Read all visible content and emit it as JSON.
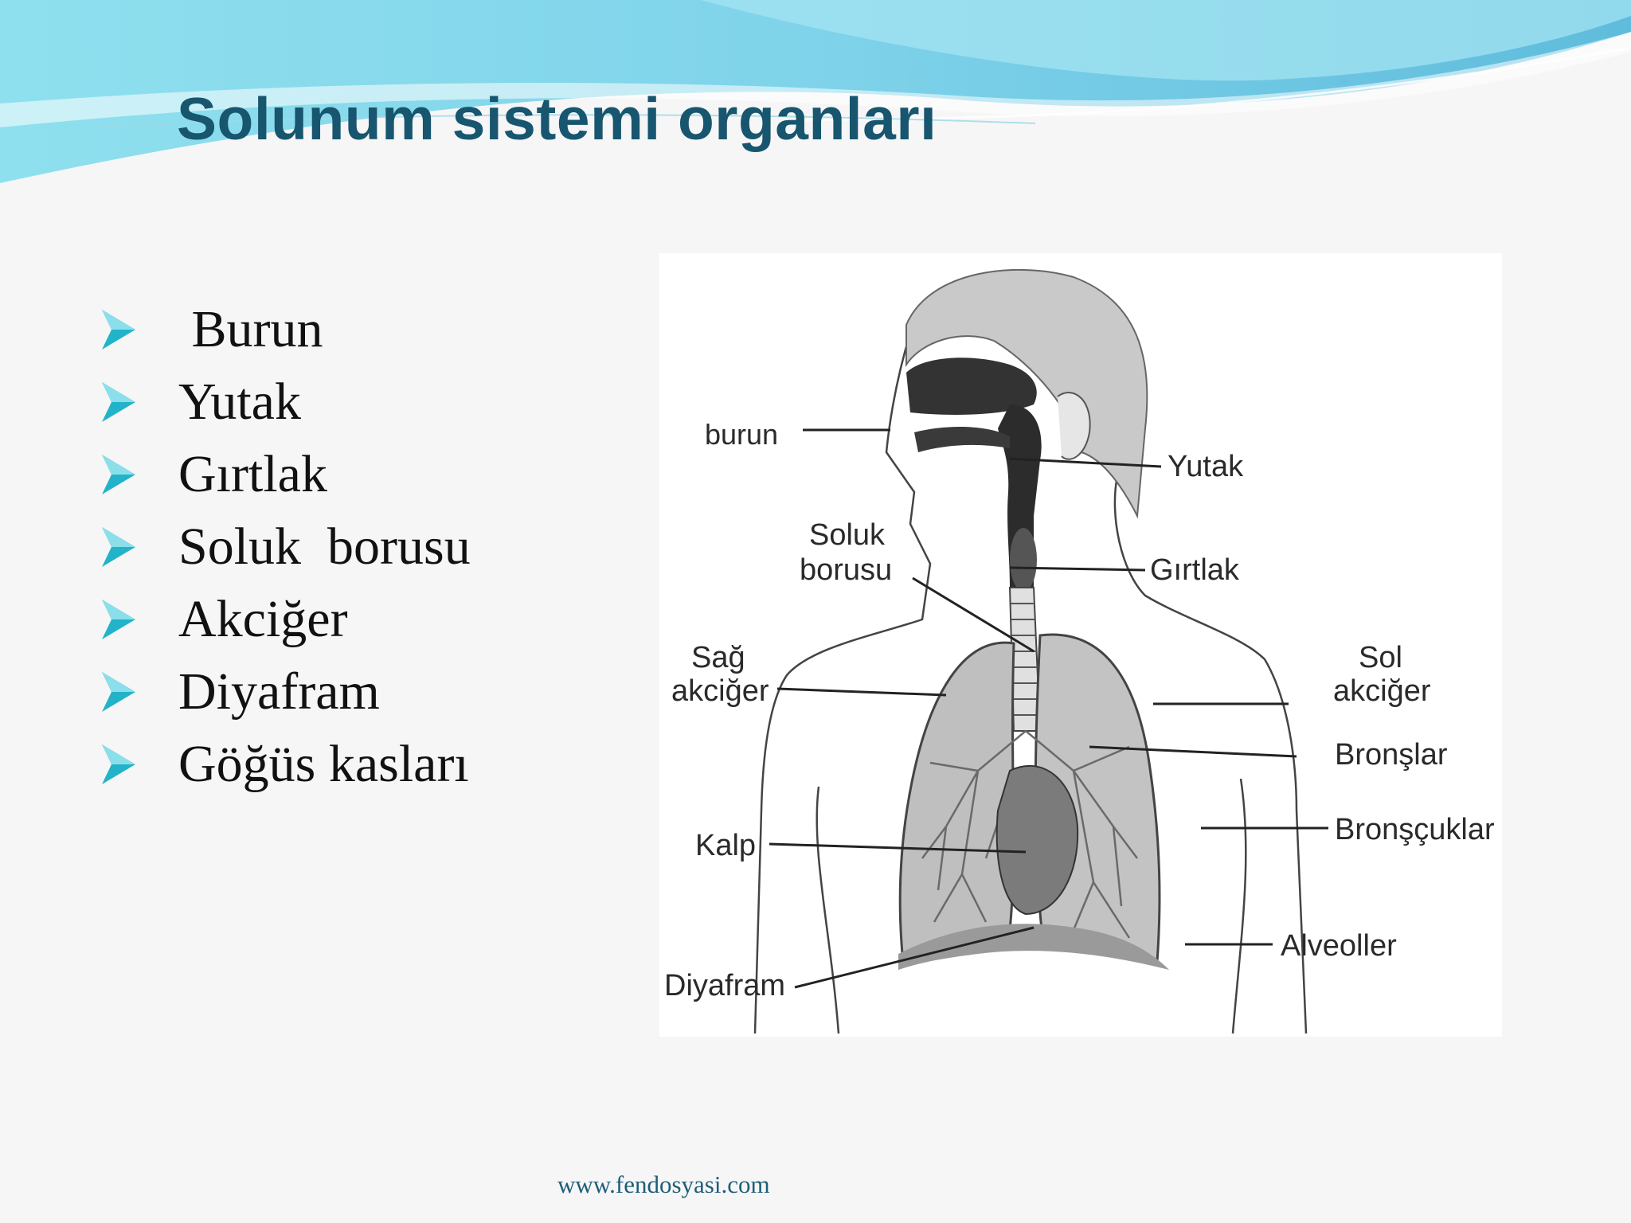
{
  "slide": {
    "title": "Solunum sistemi organları",
    "bullets": [
      {
        "label": " Burun"
      },
      {
        "label": "Yutak"
      },
      {
        "label": "Gırtlak"
      },
      {
        "label": "Soluk  borusu"
      },
      {
        "label": "Akciğer"
      },
      {
        "label": "Diyafram"
      },
      {
        "label": "Göğüs kasları"
      }
    ],
    "footer": "www.fendosyasi.com"
  },
  "diagram": {
    "labels": {
      "burun": "burun",
      "yutak": "Yutak",
      "soluk_1": "Soluk",
      "soluk_2": "borusu",
      "girtlak": "Gırtlak",
      "sag_1": "Sağ",
      "sag_2": "akciğer",
      "sol_1": "Sol",
      "sol_2": "akciğer",
      "bronslar": "Bronşlar",
      "kalp": "Kalp",
      "bronscuklar": "Bronşçuklar",
      "alveoller": "Alveoller",
      "diyafram": "Diyafram"
    }
  },
  "colors": {
    "title": "#17566e",
    "bullet_arrow": "#22b3c9",
    "wave_light": "#bdeef5",
    "wave_dark": "#5fc2dd"
  }
}
